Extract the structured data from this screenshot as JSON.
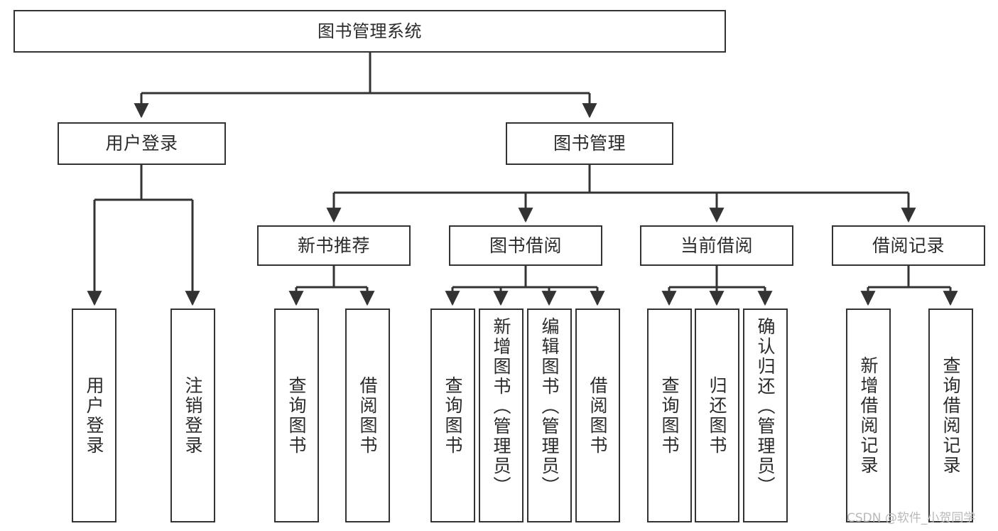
{
  "diagram": {
    "type": "tree-hierarchy-chart",
    "title": "图书管理系统",
    "background_color": "#ffffff",
    "node_border_color": "#333333",
    "node_fill_color": "#ffffff",
    "text_color": "#2b2b2b",
    "edge_color": "#333333",
    "arrowhead": "filled-triangle"
  },
  "nodes": {
    "root": {
      "label": "图书管理系统",
      "level": 0
    },
    "level1": [
      {
        "id": "user-login",
        "label": "用户登录"
      },
      {
        "id": "book-management",
        "label": "图书管理"
      }
    ],
    "level2": [
      {
        "id": "new-book-recommend",
        "label": "新书推荐",
        "parent": "book-management"
      },
      {
        "id": "book-borrow",
        "label": "图书借阅",
        "parent": "book-management"
      },
      {
        "id": "current-borrow",
        "label": "当前借阅",
        "parent": "book-management"
      },
      {
        "id": "borrow-record",
        "label": "借阅记录",
        "parent": "book-management"
      }
    ],
    "leaves": [
      {
        "id": "leaf-user-login",
        "label": "用户登录",
        "parent": "user-login"
      },
      {
        "id": "leaf-logout",
        "label": "注销登录",
        "parent": "user-login"
      },
      {
        "id": "leaf-query-book-1",
        "label": "查询图书",
        "parent": "new-book-recommend"
      },
      {
        "id": "leaf-borrow-book-1",
        "label": "借阅图书",
        "parent": "new-book-recommend"
      },
      {
        "id": "leaf-query-book-2",
        "label": "查询图书",
        "parent": "book-borrow"
      },
      {
        "id": "leaf-add-book",
        "label": "新增图书（管理员）",
        "parent": "book-borrow"
      },
      {
        "id": "leaf-edit-book",
        "label": "编辑图书（管理员）",
        "parent": "book-borrow"
      },
      {
        "id": "leaf-borrow-book-2",
        "label": "借阅图书",
        "parent": "book-borrow"
      },
      {
        "id": "leaf-query-book-3",
        "label": "查询图书",
        "parent": "current-borrow"
      },
      {
        "id": "leaf-return-book",
        "label": "归还图书",
        "parent": "current-borrow"
      },
      {
        "id": "leaf-confirm-return",
        "label": "确认归还（管理员）",
        "parent": "current-borrow"
      },
      {
        "id": "leaf-add-record",
        "label": "新增借阅记录",
        "parent": "borrow-record"
      },
      {
        "id": "leaf-query-record",
        "label": "查询借阅记录",
        "parent": "borrow-record"
      }
    ]
  },
  "watermark": {
    "text": "CSDN @软件_小贺同学"
  }
}
